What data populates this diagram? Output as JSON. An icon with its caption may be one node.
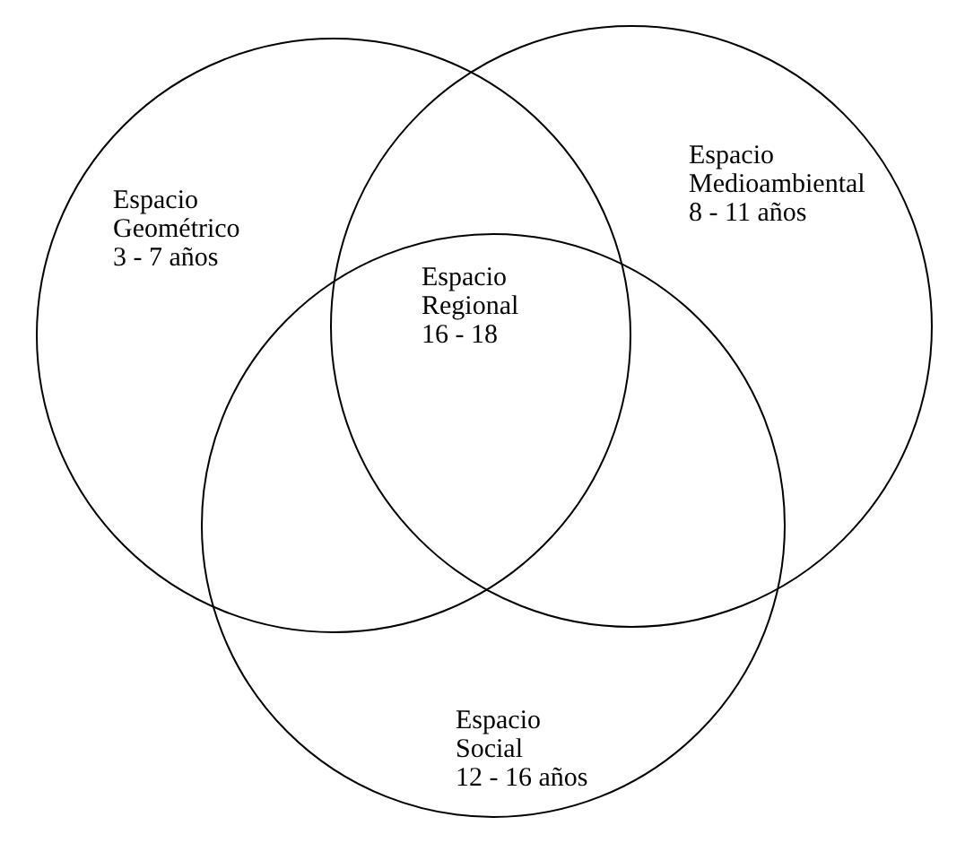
{
  "diagram": {
    "nodes": [
      {
        "text": [
          "Espacio Geométrico",
          "3 - 7 años"
        ]
      },
      {
        "text": [
          "Espacio Medioambiental",
          "8 - 11 años"
        ]
      },
      {
        "text": [
          "Espacio Social",
          "12 - 16 años"
        ]
      }
    ],
    "labels": [
      "Espacio Regional",
      "16 - 18"
    ]
  }
}
